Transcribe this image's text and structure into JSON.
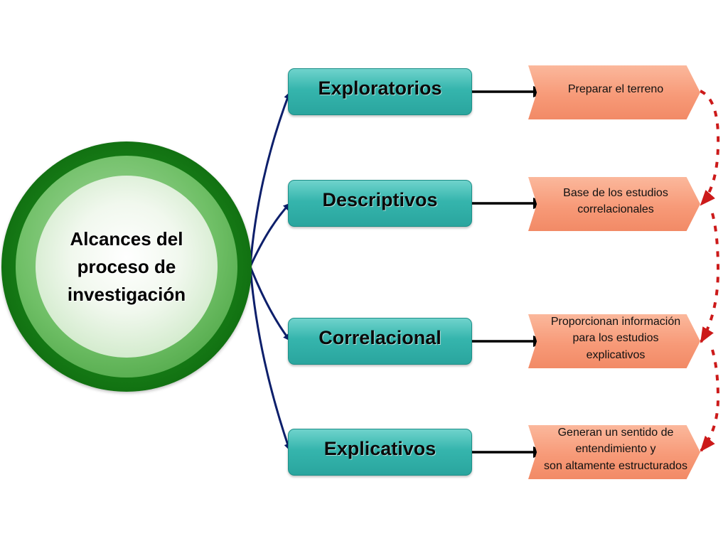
{
  "center": {
    "label": "Alcances del\nproceso de\ninvestigación"
  },
  "scopes": [
    {
      "label": "Exploratorios",
      "description": "Preparar el terreno"
    },
    {
      "label": "Descriptivos",
      "description": "Base de los estudios\ncorrelacionales"
    },
    {
      "label": "Correlacional",
      "description": "Proporcionan información\npara los estudios\nexplicativos"
    },
    {
      "label": "Explicativos",
      "description": "Generan un sentido de\nentendimiento y\nson altamente estructurados"
    }
  ],
  "colors": {
    "center_outer": "#157a15",
    "scope_fill": "#35b5ad",
    "description_fill": "#f79a78",
    "branch_arrow": "#0d1f6b",
    "link_arrow": "#000000",
    "dashed_connector": "#cc1a1a"
  }
}
